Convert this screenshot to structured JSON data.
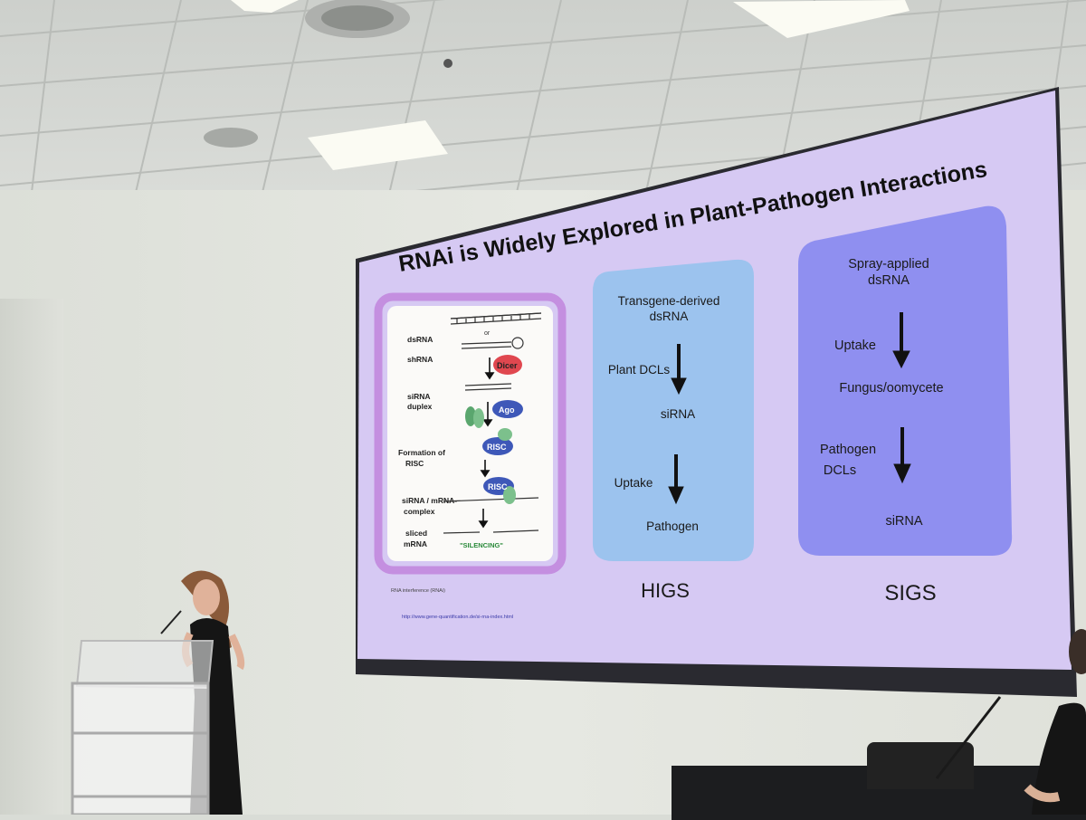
{
  "slide": {
    "title": "RNAi is Widely Explored in Plant-Pathogen Interactions",
    "diagram": {
      "stage_labels": [
        "dsRNA",
        "shRNA",
        "siRNA",
        "duplex",
        "Formation of",
        "RISC",
        "siRNA / mRNA-",
        "complex",
        "sliced",
        "mRNA"
      ],
      "or_text": "or",
      "dicer_label": "Dicer",
      "ago_label": "Ago",
      "risc_label": "RISC",
      "silencing_label": "\"SILENCING\"",
      "caption": "RNA interference (RNAi)",
      "url": "http://www.gene-quantification.de/si-rna-index.html"
    },
    "higs": {
      "box_lines": [
        "Transgene-derived",
        "dsRNA",
        "Plant DCLs",
        "siRNA",
        "Uptake",
        "Pathogen"
      ],
      "label": "HIGS"
    },
    "sigs": {
      "box_lines": [
        "Spray-applied",
        "dsRNA",
        "Uptake",
        "Fungus/oomycete",
        "Pathogen",
        "DCLs",
        "siRNA"
      ],
      "label": "SIGS"
    }
  },
  "colors": {
    "slide_bg": "#d6c9f3",
    "higs_box": "#9cc3ee",
    "sigs_box": "#8f8ff0",
    "diagram_frame": "#c48fe0",
    "dicer": "#e0474f",
    "ago_risc": "#3e58b8"
  }
}
